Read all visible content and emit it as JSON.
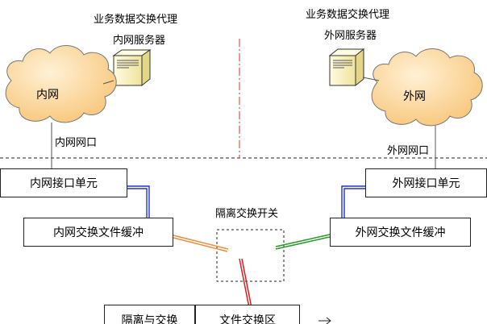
{
  "inner_proxy_title": "业务数据交换代理",
  "inner_server_label": "内网服务器",
  "outer_proxy_title": "业务数据交换代理",
  "outer_server_label": "外网服务器",
  "inner_cloud_label": "内网",
  "outer_cloud_label": "外网",
  "inner_port_label": "内网网口",
  "outer_port_label": "外网网口",
  "inner_interface_unit": "内网接口单元",
  "outer_interface_unit": "外网接口单元",
  "inner_file_buffer": "内网交换文件缓冲",
  "outer_file_buffer": "外网交换文件缓冲",
  "isolation_switch": "隔离交换开关",
  "isolation_exchange": "隔离与交换",
  "file_exchange_area": "文件交换区",
  "colors": {
    "cloud_fill": "#fcd9a2",
    "server_fill": "#fbf5c4",
    "inner_link": "#2233cc",
    "orange_link": "#f08c3c",
    "green_link": "#2a9a2a",
    "red_link": "#d62020",
    "center_divider": "#e03030"
  }
}
